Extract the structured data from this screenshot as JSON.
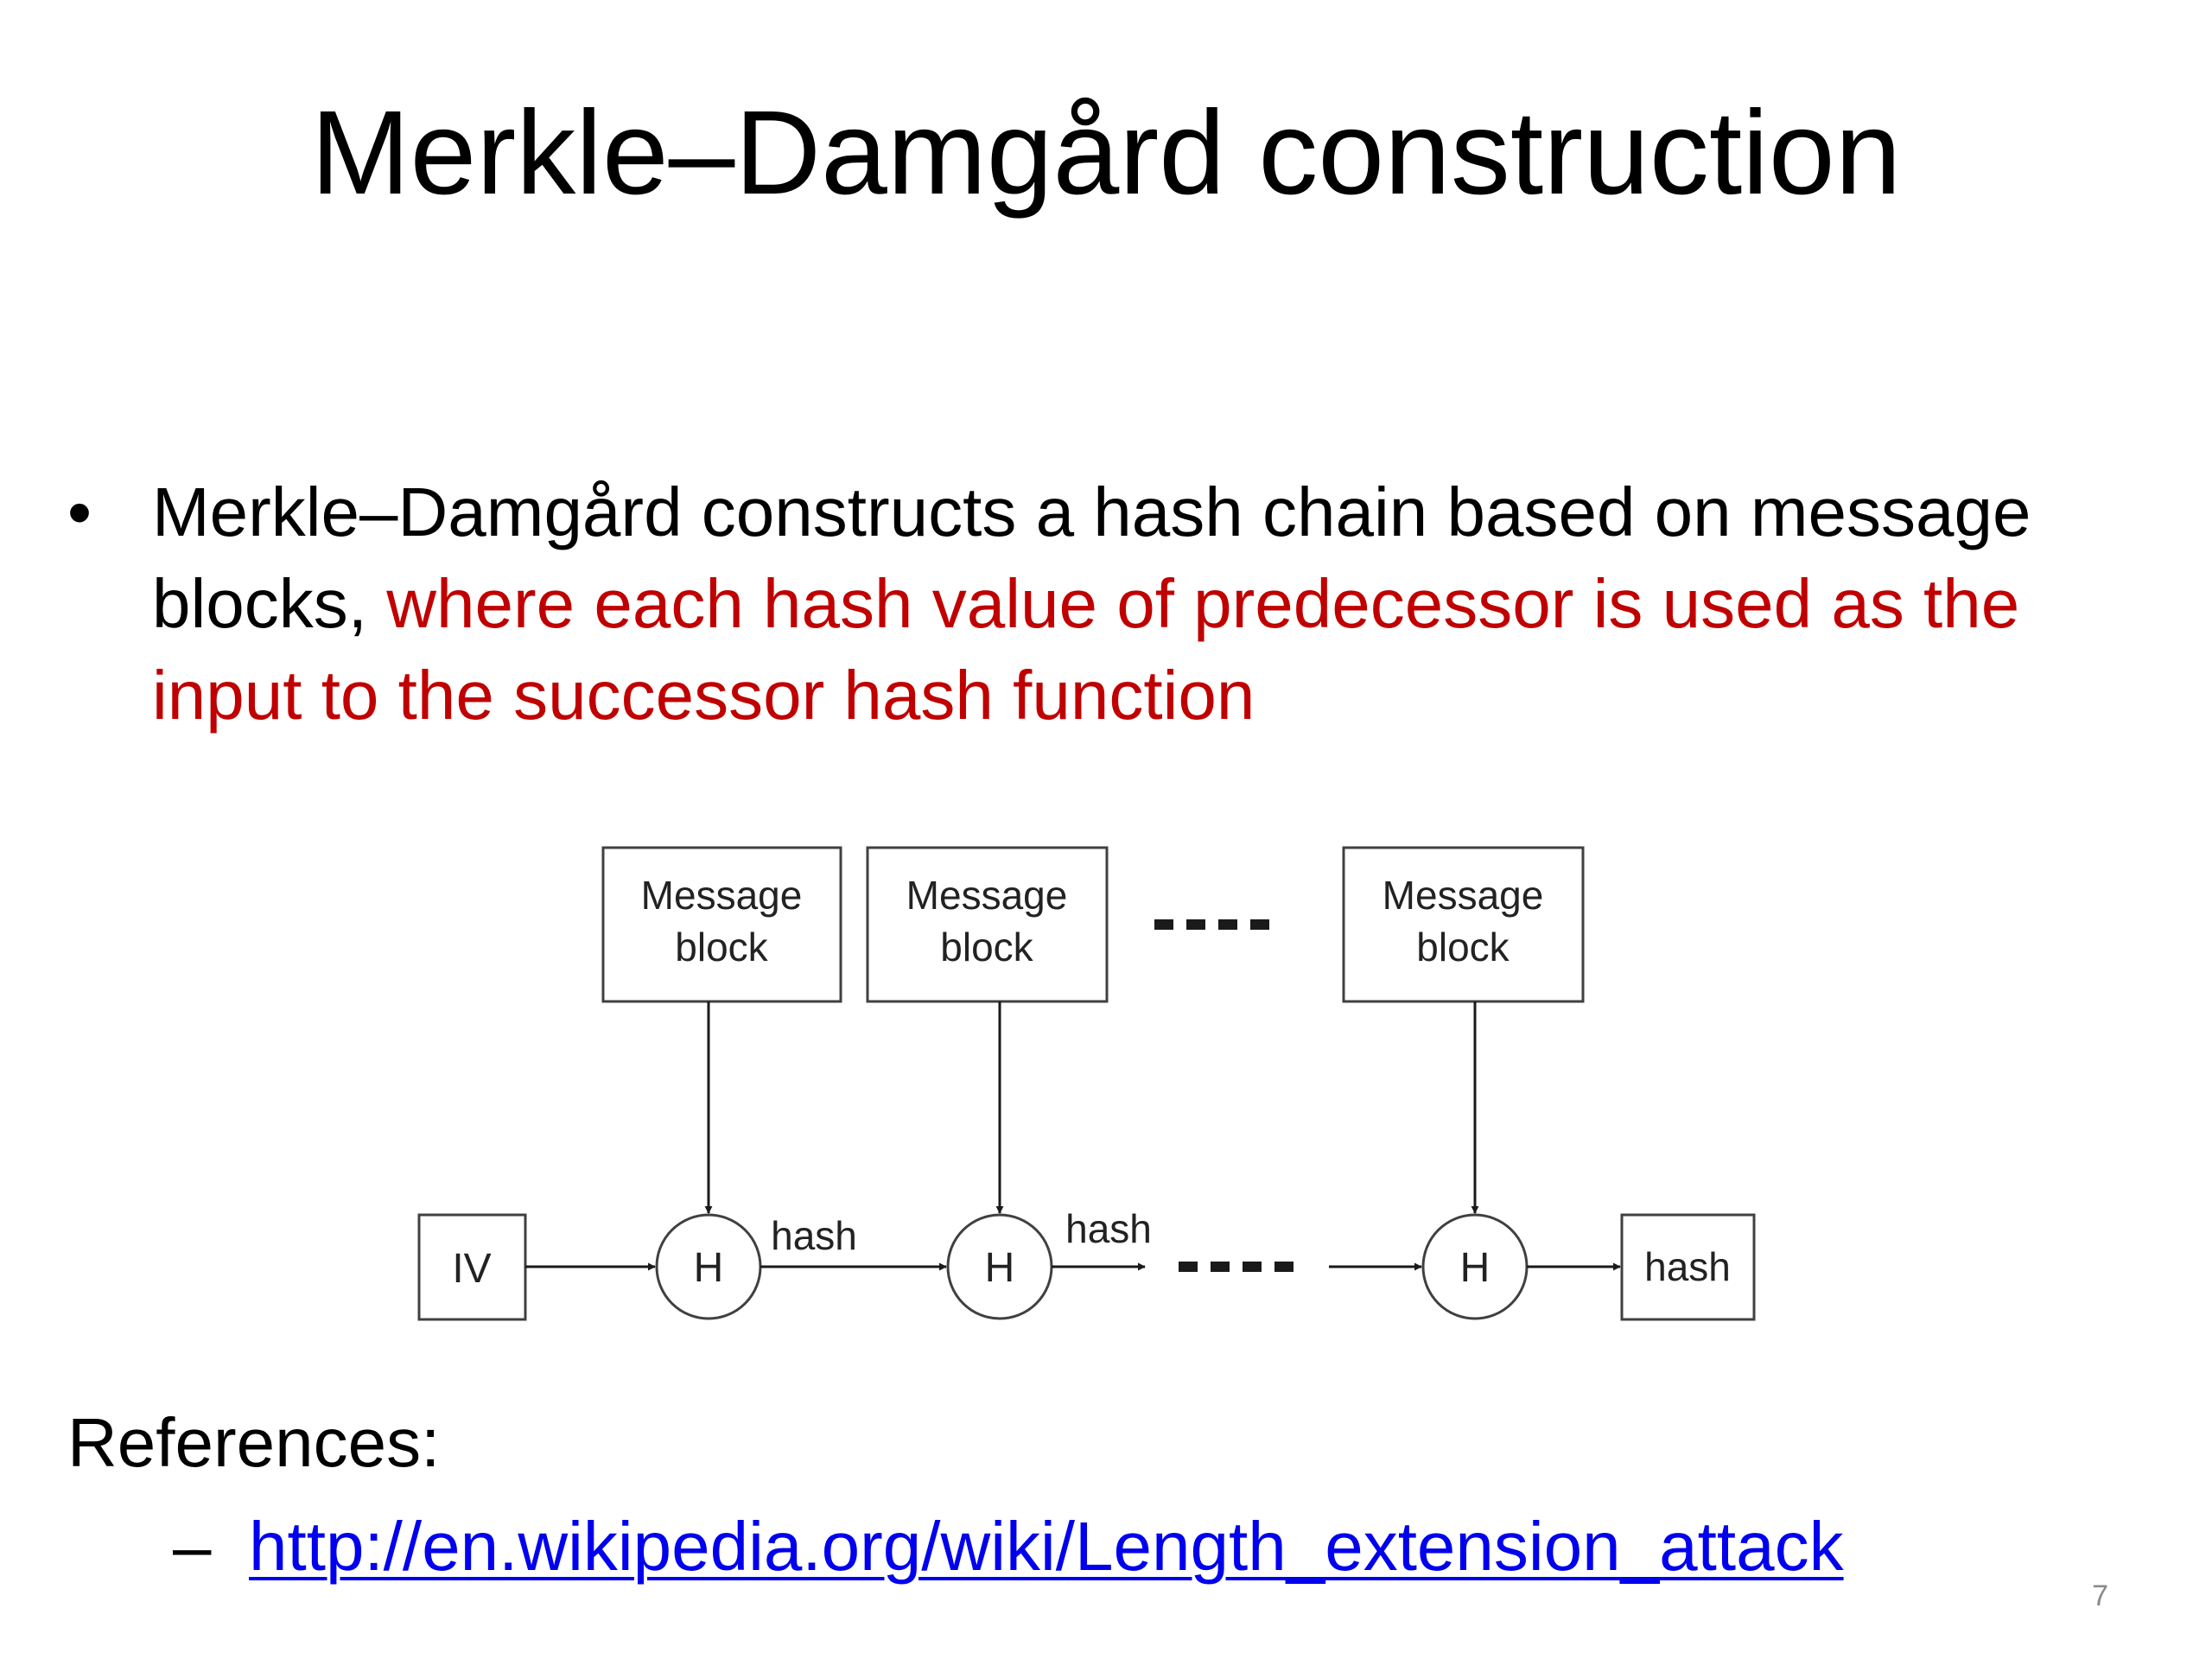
{
  "slide": {
    "title": "Merkle–Damgård construction",
    "bullet": {
      "marker": "•",
      "text_normal": "Merkle–Damgård constructs a hash chain based on message blocks, ",
      "text_highlight": "where each hash value of predecessor is used as the input to the successor hash function"
    },
    "diagram": {
      "message_block_label_line1": "Message",
      "message_block_label_line2": "block",
      "iv_label": "IV",
      "h_label": "H",
      "hash_label": "hash",
      "output_label": "hash"
    },
    "references": {
      "label": "References:",
      "dash": "–",
      "link_text": "http://en.wikipedia.org/wiki/Length_extension_attack"
    },
    "page_number": "7"
  },
  "colors": {
    "highlight": "#c00000",
    "link": "#0000ee",
    "page_number": "#8a8a8a",
    "diagram_stroke": "#404040"
  }
}
